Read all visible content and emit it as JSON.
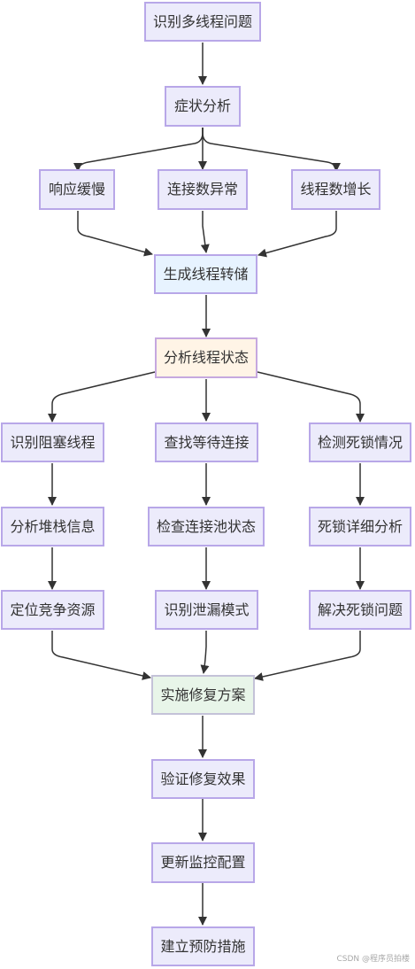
{
  "nodes": {
    "identify": "识别多线程问题",
    "symptom": "症状分析",
    "slow": "响应缓慢",
    "conn_abnormal": "连接数异常",
    "thread_growth": "线程数增长",
    "dump": "生成线程转储",
    "analyze_state": "分析线程状态",
    "blocked": "识别阻塞线程",
    "wait_conn": "查找等待连接",
    "deadlock": "检测死锁情况",
    "stack": "分析堆栈信息",
    "pool_state": "检查连接池状态",
    "deadlock_detail": "死锁详细分析",
    "locate": "定位竞争资源",
    "leak": "识别泄漏模式",
    "resolve": "解决死锁问题",
    "fix": "实施修复方案",
    "verify": "验证修复效果",
    "monitor": "更新监控配置",
    "prevent": "建立预防措施"
  },
  "colors": {
    "default_fill": "#ecebfb",
    "dump_fill": "#e7f3ff",
    "analyze_fill": "#fff4e6",
    "fix_fill": "#e8f5e9",
    "border": "#b8a7e8",
    "edge": "#333333"
  },
  "watermark": "CSDN @程序员拍楼"
}
